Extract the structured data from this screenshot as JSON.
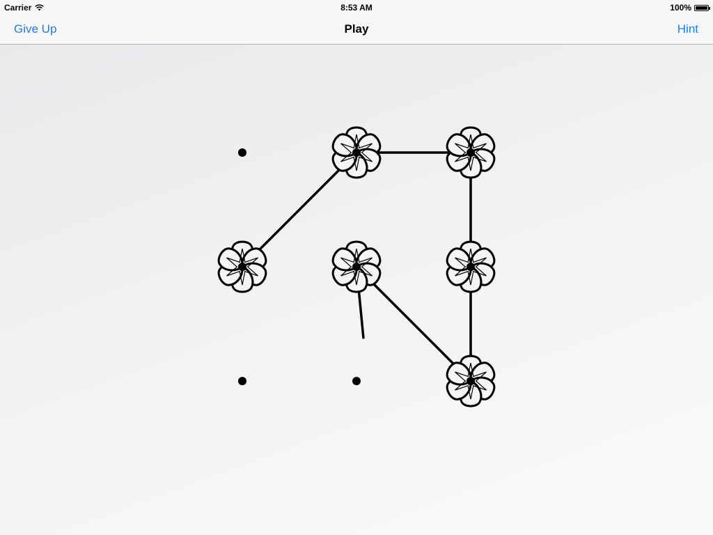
{
  "status_bar": {
    "carrier": "Carrier",
    "time": "8:53 AM",
    "battery": "100%",
    "battery_level": 1.0,
    "icons": [
      "wifi-icon",
      "battery-icon"
    ]
  },
  "nav_bar": {
    "left_button": "Give Up",
    "title": "Play",
    "right_button": "Hint",
    "accent_color": "#1a7ee0"
  },
  "game": {
    "grid": {
      "rows": 3,
      "cols": 3
    },
    "flowers": [
      {
        "row": 0,
        "col": 1
      },
      {
        "row": 0,
        "col": 2
      },
      {
        "row": 1,
        "col": 0
      },
      {
        "row": 1,
        "col": 1
      },
      {
        "row": 1,
        "col": 2
      },
      {
        "row": 2,
        "col": 2
      }
    ],
    "dots": [
      {
        "row": 0,
        "col": 0
      },
      {
        "row": 2,
        "col": 0
      },
      {
        "row": 2,
        "col": 1
      }
    ],
    "connections": [
      {
        "from": {
          "row": 1,
          "col": 0
        },
        "to": {
          "row": 0,
          "col": 1
        }
      },
      {
        "from": {
          "row": 0,
          "col": 1
        },
        "to": {
          "row": 0,
          "col": 2
        }
      },
      {
        "from": {
          "row": 0,
          "col": 2
        },
        "to": {
          "row": 1,
          "col": 2
        }
      },
      {
        "from": {
          "row": 1,
          "col": 2
        },
        "to": {
          "row": 2,
          "col": 2
        }
      },
      {
        "from": {
          "row": 2,
          "col": 2
        },
        "to": {
          "row": 1,
          "col": 1
        }
      }
    ],
    "active_drag": {
      "from": {
        "row": 1,
        "col": 1
      },
      "toward": {
        "row": 2,
        "col": 1
      },
      "progress": 0.62
    }
  }
}
